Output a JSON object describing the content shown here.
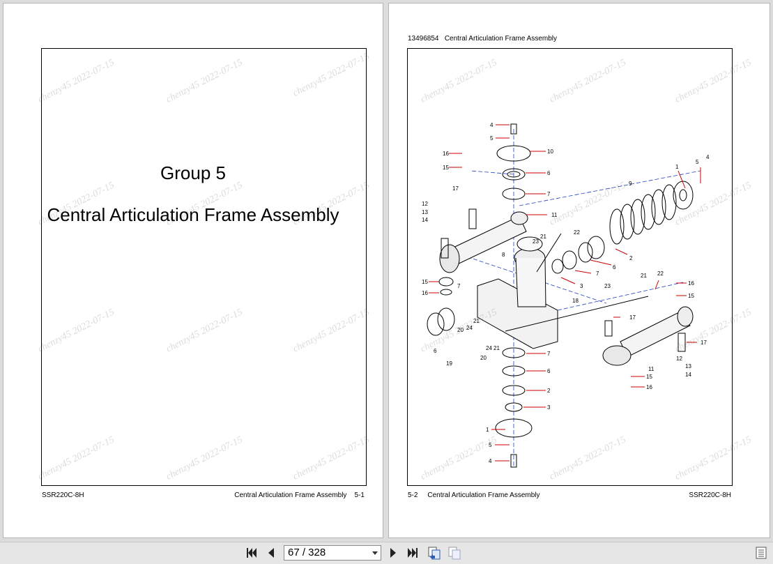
{
  "left_page": {
    "title_line1": "Group 5",
    "title_line2": "Central Articulation Frame Assembly",
    "footer_left": "SSR220C-8H",
    "footer_right": "Central Articulation Frame Assembly    5-1"
  },
  "right_page": {
    "header": "13496854   Central Articulation Frame Assembly",
    "footer_left": "5-2     Central Articulation Frame Assembly",
    "footer_right": "SSR220C-8H",
    "diagram_labels": [
      "4",
      "5",
      "10",
      "6",
      "7",
      "16",
      "15",
      "17",
      "12",
      "13",
      "14",
      "11",
      "9",
      "1",
      "5",
      "4",
      "22",
      "21",
      "23",
      "8",
      "2",
      "6",
      "7",
      "3",
      "18",
      "21",
      "22",
      "16",
      "15",
      "23",
      "15",
      "16",
      "7",
      "6",
      "21",
      "17",
      "20",
      "24",
      "24",
      "21",
      "19",
      "20",
      "7",
      "6",
      "17",
      "12",
      "13",
      "14",
      "11",
      "15",
      "16",
      "2",
      "3",
      "1",
      "5",
      "4"
    ]
  },
  "watermark": "chenzy45 2022-07-15",
  "toolbar": {
    "page_indicator": "67 / 328",
    "icons": [
      "first-page-icon",
      "previous-page-icon",
      "next-page-icon",
      "last-page-icon",
      "single-page-view-icon",
      "double-page-view-icon",
      "thumbnails-icon"
    ]
  },
  "colors": {
    "background": "#dcdcdc",
    "page": "#ffffff",
    "callout_red": "#cc0000",
    "centerline_blue": "#1f3fbf"
  }
}
